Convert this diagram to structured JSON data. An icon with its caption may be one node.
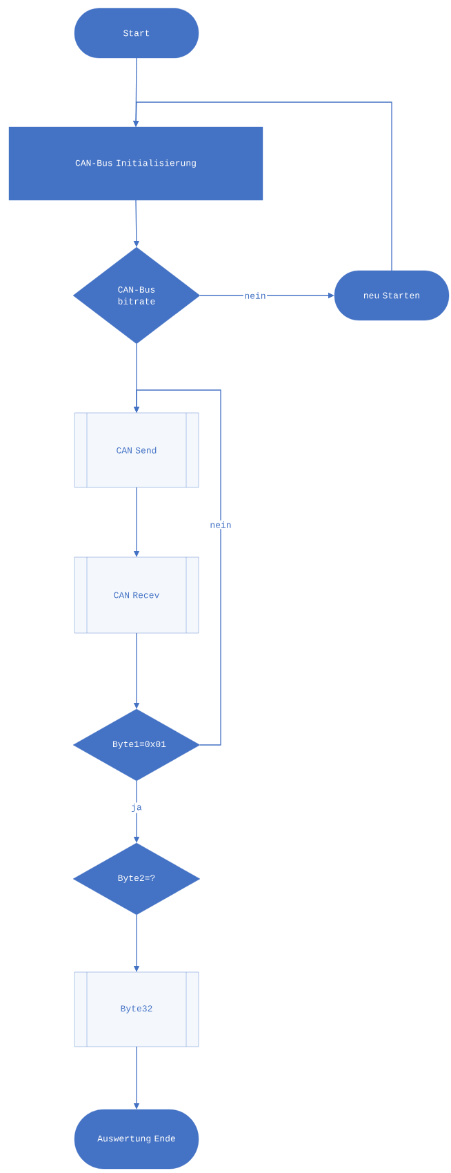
{
  "diagram": {
    "nodes": [
      {
        "text": [
          "Start"
        ]
      },
      {
        "text": [
          "CAN-Bus Initialisierung"
        ]
      },
      {
        "text": [
          "CAN-Bus bitrate"
        ]
      },
      {
        "text": [
          "neu Starten"
        ]
      },
      {
        "text": [
          "CAN Send"
        ]
      },
      {
        "text": [
          "CAN Recev"
        ]
      },
      {
        "text": [
          "Byte1=0x01"
        ]
      },
      {
        "text": [
          "Byte2=?"
        ]
      },
      {
        "text": [
          "Byte32"
        ]
      },
      {
        "text": [
          "Auswertung Ende"
        ]
      }
    ],
    "edges": [
      {
        "from": 0,
        "to": 1,
        "arrow": "to"
      },
      {
        "from": 1,
        "to": 2,
        "arrow": "to"
      },
      {
        "from": 2,
        "to": 3,
        "arrow": "to",
        "label": "nein"
      },
      {
        "from": 3,
        "to": 1,
        "arrow": "to"
      },
      {
        "from": 2,
        "to": 4,
        "arrow": "to"
      },
      {
        "from": 4,
        "to": 5,
        "arrow": "to"
      },
      {
        "from": 5,
        "to": 6,
        "arrow": "to"
      },
      {
        "from": 6,
        "to": 4,
        "arrow": "to",
        "label": "nein"
      },
      {
        "from": 6,
        "to": 7,
        "arrow": "to",
        "label": "ja"
      },
      {
        "from": 7,
        "to": 8,
        "arrow": "to"
      },
      {
        "from": 8,
        "to": 9,
        "arrow": "to"
      }
    ]
  }
}
